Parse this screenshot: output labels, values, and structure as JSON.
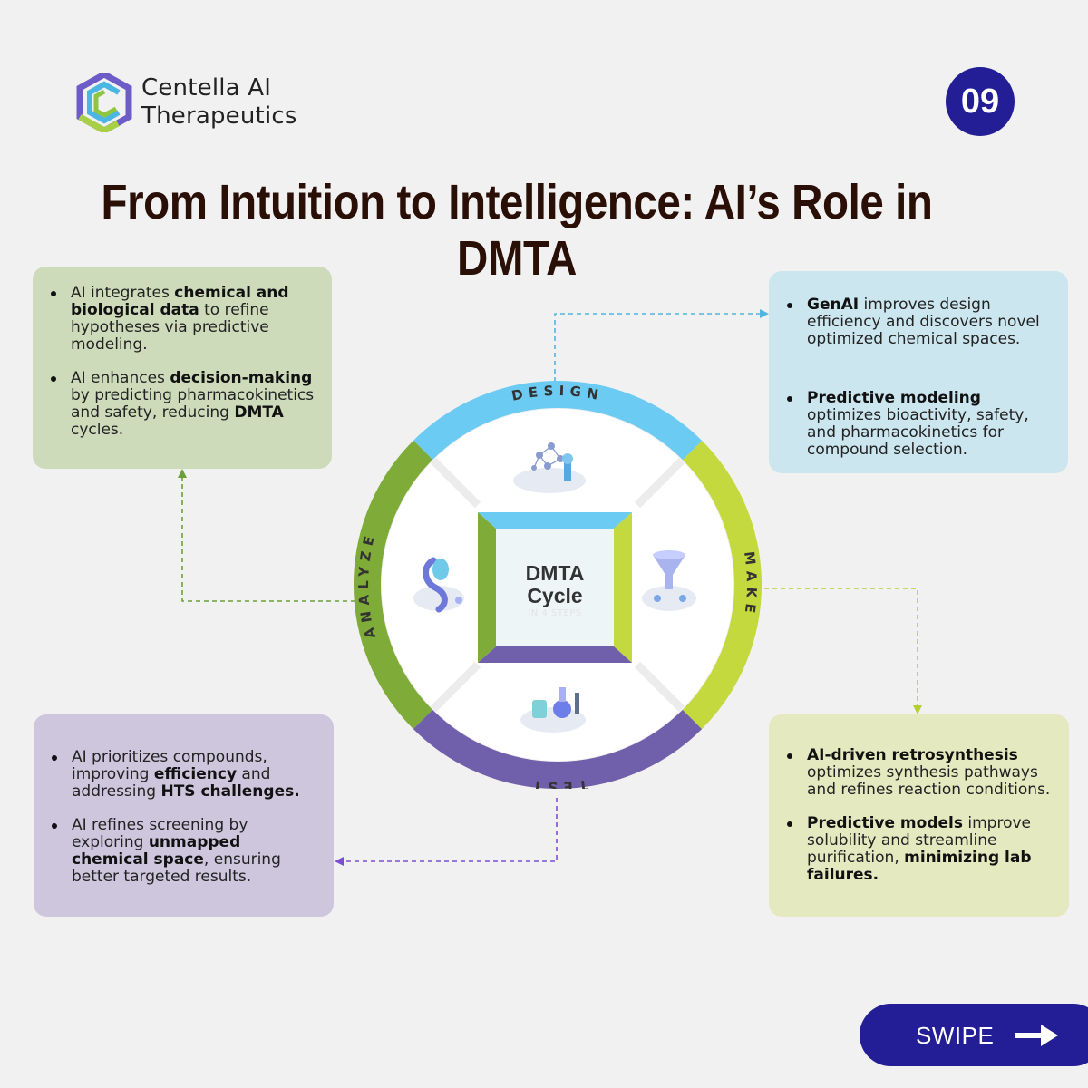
{
  "brand": {
    "line1": "Centella AI",
    "line2": "Therapeutics"
  },
  "page_number": "09",
  "title": "From Intuition to Intelligence: AI’s Role in DMTA",
  "cycle": {
    "center_title_1": "DMTA",
    "center_title_2": "Cycle",
    "center_subtitle": "IN 4 STEPS",
    "stages": [
      "DESIGN",
      "MAKE",
      "TEST",
      "ANALYZE"
    ]
  },
  "analyze_box": {
    "b1": {
      "t1": "AI integrates ",
      "b1": "chemical and biological data",
      "t2": " to refine hypotheses via predictive modeling."
    },
    "b2": {
      "t1": "AI enhances ",
      "b1": "decision-making",
      "t2": " by predicting pharmacokinetics and safety, reducing ",
      "b2": "DMTA",
      "t3": " cycles."
    }
  },
  "design_box": {
    "b1": {
      "b1": "GenAI",
      "t1": " improves design efficiency and discovers novel optimized chemical spaces."
    },
    "b2": {
      "b1": "Predictive modeling",
      "t1": " optimizes bioactivity, safety, and pharmacokinetics for compound selection."
    }
  },
  "test_box": {
    "b1": {
      "t1": "AI prioritizes compounds, improving ",
      "b1": "efficiency",
      "t2": " and addressing ",
      "b2": "HTS challenges."
    },
    "b2": {
      "t1": "AI refines screening by exploring ",
      "b1": "unmapped chemical space",
      "t2": ", ensuring better targeted results."
    }
  },
  "make_box": {
    "b1": {
      "b1": "AI-driven retrosynthesis",
      "t1": " optimizes synthesis pathways and refines reaction conditions."
    },
    "b2": {
      "b1": "Predictive models",
      "t1": " improve solubility and streamline purification, ",
      "b2": "minimizing lab failures."
    }
  },
  "swipe_label": "SWIPE",
  "colors": {
    "design": "#6ccbf2",
    "make": "#c3d93e",
    "test": "#7060ac",
    "analyze": "#7fab39",
    "badge": "#241e96",
    "title": "#2a0f06"
  },
  "icons": [
    "centella-logo-icon",
    "molecule-lab-icon",
    "funnel-lab-icon",
    "test-tubes-icon",
    "anatomy-icon",
    "arrow-right-icon"
  ]
}
